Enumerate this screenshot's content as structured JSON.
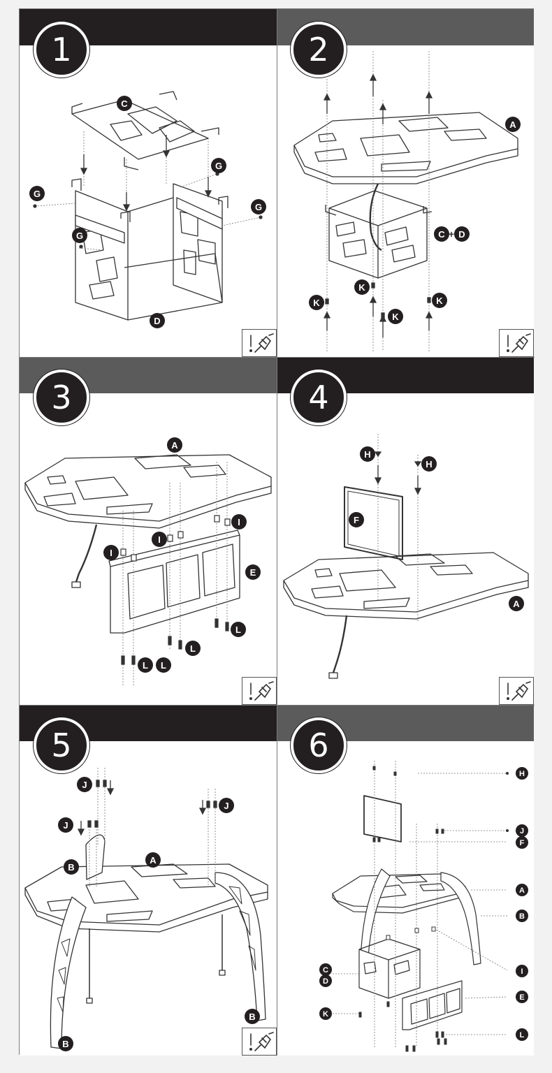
{
  "steps": [
    {
      "number": "1",
      "labels": [
        "C",
        "D",
        "G",
        "G",
        "G",
        "G"
      ]
    },
    {
      "number": "2",
      "labels": [
        "A",
        "C",
        "D",
        "K",
        "K",
        "K",
        "K"
      ]
    },
    {
      "number": "3",
      "labels": [
        "A",
        "E",
        "I",
        "I",
        "I",
        "L",
        "L",
        "L",
        "L"
      ]
    },
    {
      "number": "4",
      "labels": [
        "A",
        "F",
        "H",
        "H"
      ]
    },
    {
      "number": "5",
      "labels": [
        "A",
        "B",
        "B",
        "B",
        "J",
        "J",
        "J"
      ]
    },
    {
      "number": "6",
      "labels": [
        "H",
        "J",
        "F",
        "A",
        "B",
        "I",
        "C",
        "D",
        "E",
        "K",
        "L"
      ]
    }
  ],
  "operators": {
    "plus": "+"
  },
  "colors": {
    "dark_bar": "#231f20",
    "grey_bar": "#5b5b5b",
    "line": "#333333",
    "page": "#f2f2f2"
  },
  "tool_icon": "caution-screwdriver-icon"
}
